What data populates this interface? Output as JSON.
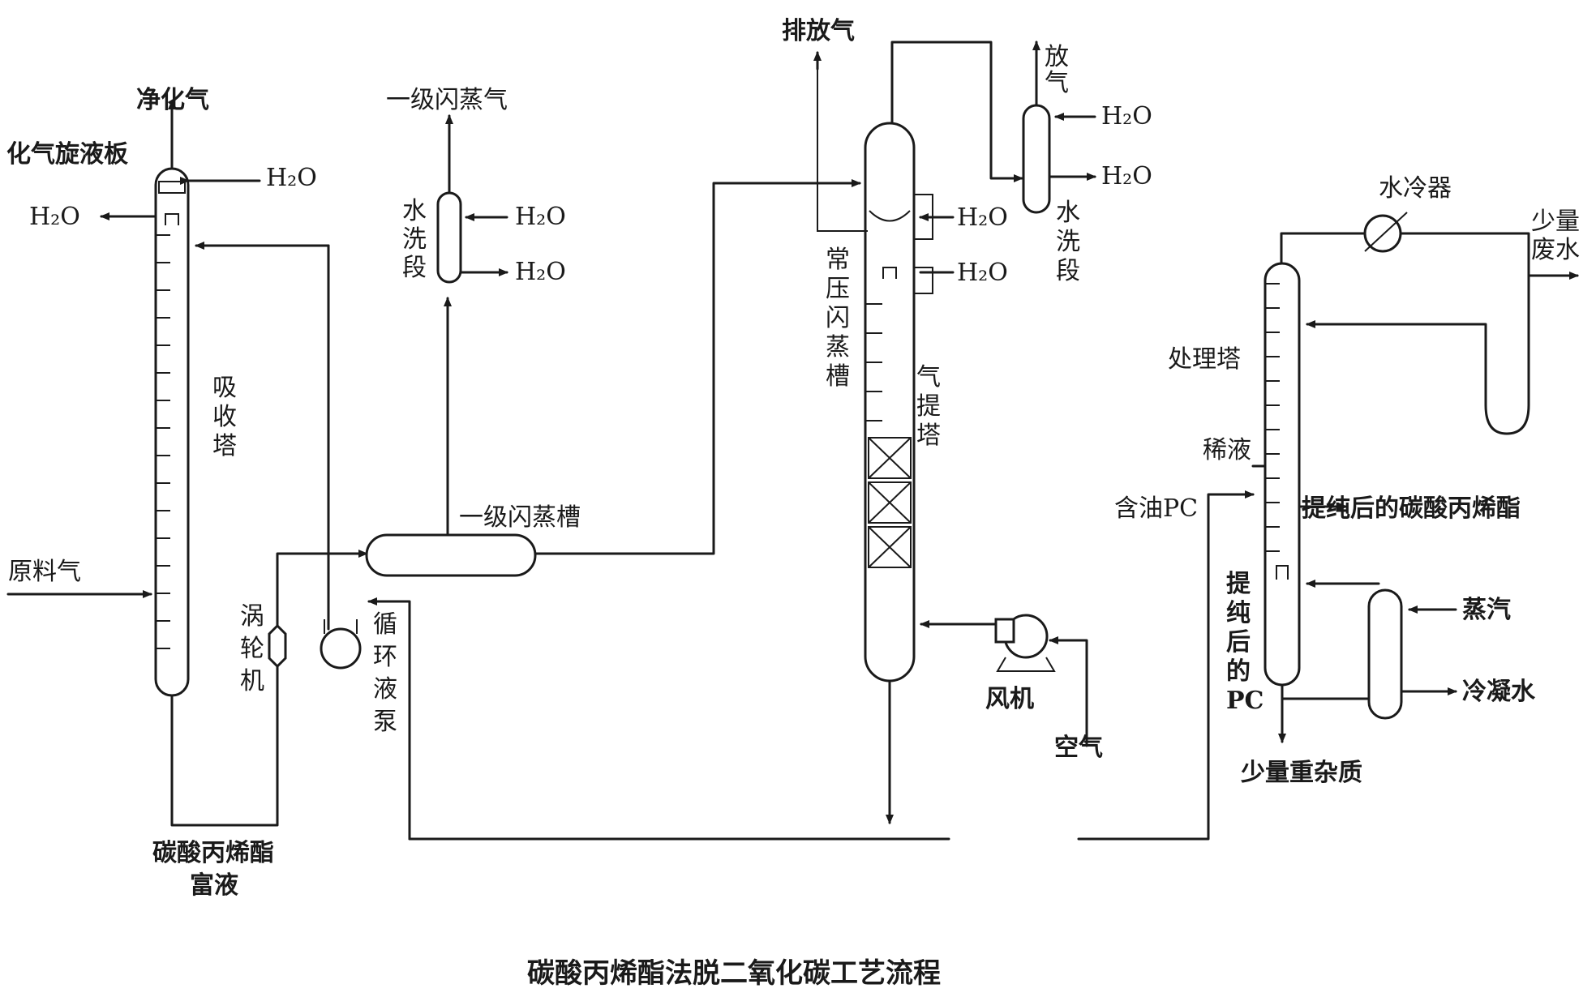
{
  "caption": "碳酸丙烯酯法脱二氧化碳工艺流程",
  "absorber": {
    "name": "吸收塔",
    "top_product": "净化气",
    "demister": "化气旋液板",
    "water_in": "H₂O",
    "water_out": "H₂O",
    "feed_gas": "原料气",
    "rich_liquor": [
      "碳酸丙烯酯",
      "富液"
    ]
  },
  "turbine": "涡轮机",
  "circulation_pump": "循环液泵",
  "flash_tank_1": {
    "name": "一级闪蒸槽",
    "vapor": "一级闪蒸气",
    "wash_section": "水洗段",
    "water_in": "H₂O",
    "water_out": "H₂O"
  },
  "stripper": {
    "flash_tank": "常压闪蒸槽",
    "name": "气提塔",
    "vent_gas": "排放气",
    "water_1": "H₂O",
    "water_2": "H₂O",
    "blower": "风机",
    "air": "空气"
  },
  "wash_column_2": {
    "vent": "放气",
    "name": "水洗段",
    "water_in": "H₂O",
    "water_out": "H₂O"
  },
  "treatment": {
    "name": "处理塔",
    "dilute": "稀液",
    "oily_pc": "含油PC",
    "purified_side": "提纯后的碳酸丙烯酯",
    "purified_bottom": [
      "提",
      "纯",
      "后",
      "的",
      "PC"
    ],
    "heavy_impurities": "少量重杂质",
    "water_cooler": "水冷器",
    "waste_water": [
      "少量",
      "废水"
    ],
    "steam": "蒸汽",
    "condensate": "冷凝水"
  }
}
